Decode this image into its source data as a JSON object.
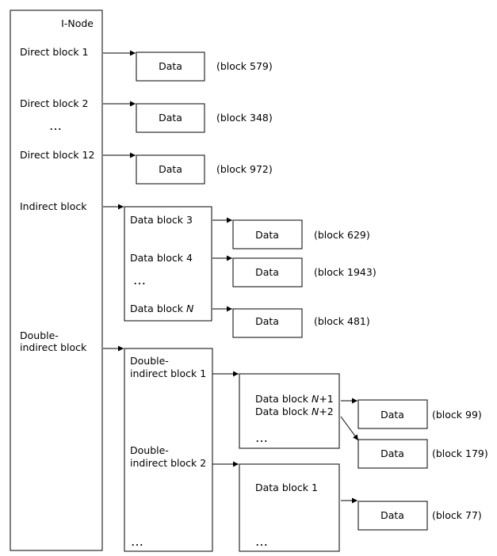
{
  "inode": {
    "title": "I-Node",
    "direct_1": "Direct block 1",
    "direct_2": "Direct block 2",
    "ellipsis": "…",
    "direct_12": "Direct block 12",
    "indirect": "Indirect block",
    "double_line1": "Double-",
    "double_line2": "indirect block"
  },
  "direct_data": [
    {
      "label": "Data",
      "block": "(block 579)"
    },
    {
      "label": "Data",
      "block": "(block 348)"
    },
    {
      "label": "Data",
      "block": "(block 972)"
    }
  ],
  "indirect_block": {
    "item_1": "Data block 3",
    "item_2": "Data block 4",
    "ellipsis": "…",
    "item_n_prefix": "Data block ",
    "item_n_var": "N"
  },
  "indirect_data": [
    {
      "label": "Data",
      "block": "(block 629)"
    },
    {
      "label": "Data",
      "block": "(block 1943)"
    },
    {
      "label": "Data",
      "block": "(block 481)"
    }
  ],
  "double_block": {
    "item1_line1": "Double-",
    "item1_line2": "indirect block 1",
    "item2_line1": "Double-",
    "item2_line2": "indirect block 2",
    "ellipsis": "…"
  },
  "double_block_1": {
    "prefix": "Data block ",
    "var": "N",
    "suffix_1": "+1",
    "suffix_2": "+2",
    "ellipsis": "…"
  },
  "double_block_2": {
    "item_1": "Data block 1",
    "ellipsis": "…"
  },
  "double_data": [
    {
      "label": "Data",
      "block": "(block 99)"
    },
    {
      "label": "Data",
      "block": "(block 179)"
    },
    {
      "label": "Data",
      "block": "(block 77)"
    }
  ]
}
